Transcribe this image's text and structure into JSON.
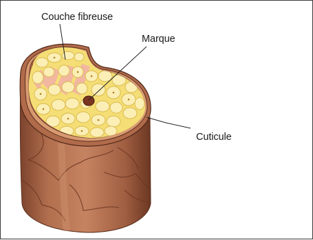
{
  "labels": {
    "couche_fibreuse": "Couche fibreuse",
    "marque": "Marque",
    "cuticule": "Cuticule"
  },
  "colors": {
    "cuticle_brown": "#a8654a",
    "cuticle_dark": "#6e3a26",
    "cortex_yellow": "#f4de75",
    "cell_fill": "#fbefb6",
    "medulla": "#7a3520",
    "fibre_pink": "#f2b3a6"
  }
}
